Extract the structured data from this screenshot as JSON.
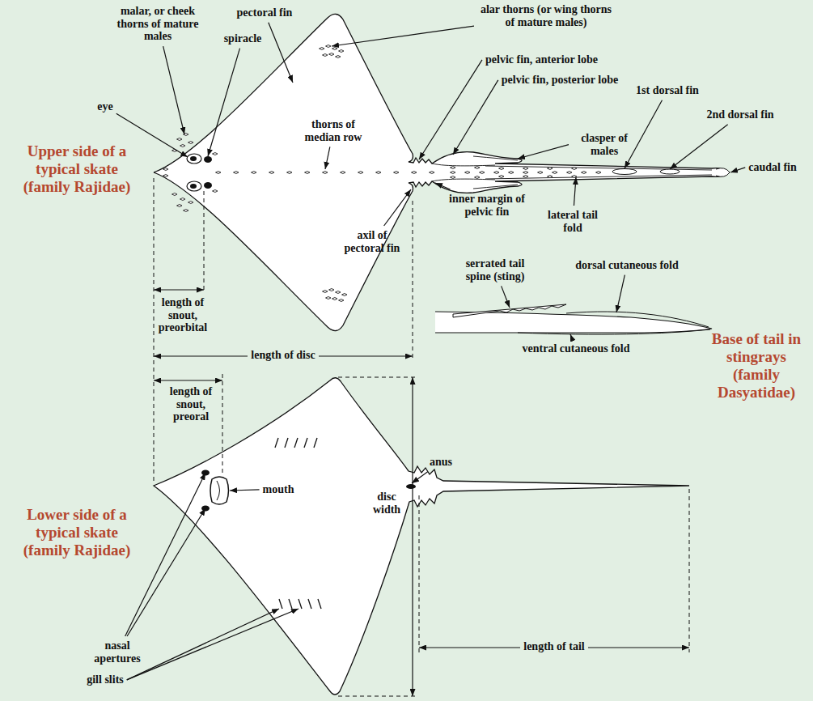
{
  "diagram": {
    "labels": [
      "malar, or cheek thorns of mature males",
      "pectoral fin",
      "alar thorns (or wing thorns of mature males)",
      "spiracle",
      "pelvic fin, anterior lobe",
      "pelvic fin, posterior lobe",
      "1st dorsal fin",
      "2nd dorsal fin",
      "eye",
      "thorns of median row",
      "clasper of males",
      "caudal fin",
      "Upper side of a typical skate (family Rajidae)",
      "axil of pectoral fin",
      "inner margin of pelvic fin",
      "lateral tail fold",
      "serrated tail spine (sting)",
      "dorsal cutaneous fold",
      "length of snout, preorbital",
      "length of disc",
      "ventral cutaneous fold",
      "Base of tail in stingrays (family Dasyatidae)",
      "length of snout, preoral",
      "anus",
      "mouth",
      "disc width",
      "Lower side of a typical skate (family Rajidae)",
      "nasal apertures",
      "gill slits",
      "length of tail"
    ]
  }
}
